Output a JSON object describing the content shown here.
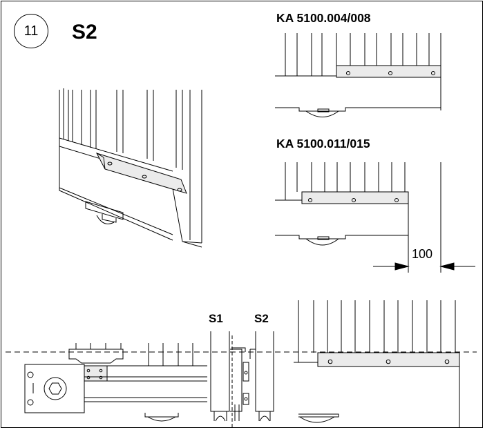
{
  "step": {
    "number": "11",
    "label": "S2"
  },
  "models": [
    {
      "code": "KA 5100.004/008"
    },
    {
      "code": "KA 5100.011/015"
    }
  ],
  "dimension": {
    "value": "100"
  },
  "sides": {
    "s1": "S1",
    "s2": "S2"
  },
  "colors": {
    "line": "#000000",
    "bracket_fill": "#ebebeb",
    "background": "#ffffff"
  }
}
